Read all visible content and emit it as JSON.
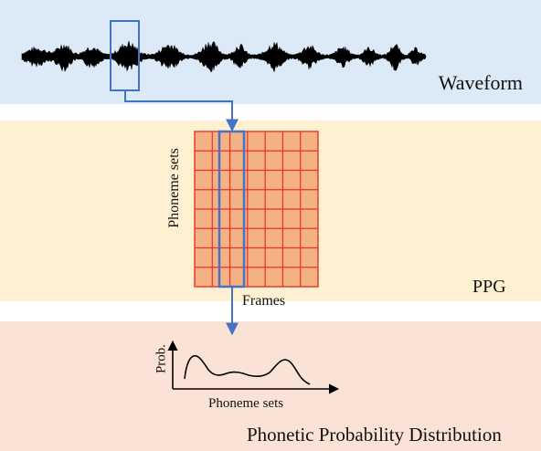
{
  "labels": {
    "waveform": "Waveform",
    "ppg": "PPG",
    "phoneme_sets_vertical": "Phoneme sets",
    "frames": "Frames",
    "prob": "Prob.",
    "phoneme_sets_axis": "Phoneme sets",
    "distribution": "Phonetic Probability Distribution"
  },
  "colors": {
    "waveform_band": "#dce9f6",
    "ppg_band": "#fdf1d2",
    "distribution_band": "#fae3d6",
    "selection": "#4472c4",
    "grid_fill": "#f4b183",
    "grid_line": "#e8332a",
    "waveform": "#000000"
  },
  "ppg_grid": {
    "rows": 8,
    "columns": 7,
    "highlighted_column": 2
  }
}
